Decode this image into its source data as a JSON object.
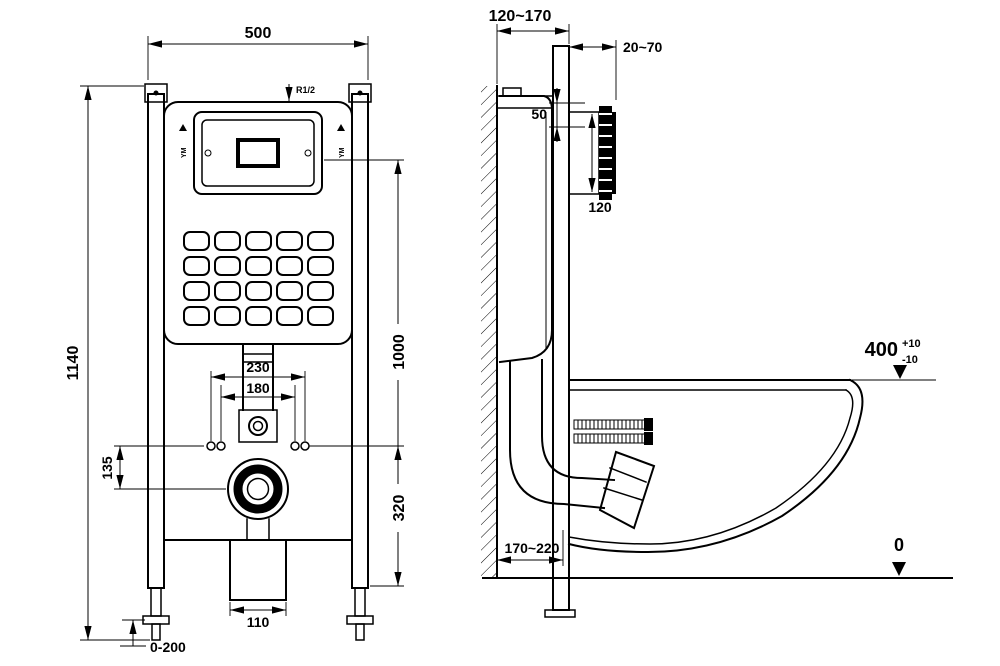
{
  "colors": {
    "line": "#000000",
    "background": "#ffffff"
  },
  "front_view": {
    "frame_width": "500",
    "frame_height": "1140",
    "plate_center_height": "1000",
    "fixing_bolts_outer": "230",
    "fixing_bolts_inner": "180",
    "inlet_offset": "135",
    "outlet_center_height": "320",
    "outlet_duct_width": "110",
    "foot_adjustment": "0-200",
    "water_inlet_label": "R1/2",
    "plate_side_mark": "YM"
  },
  "side_view": {
    "frame_depth_range": "120~170",
    "plate_frame_depth": "20~70",
    "top_offset": "50",
    "plate_height": "120",
    "outlet_depth_range": "170~220",
    "rim_height": "400",
    "rim_tolerance_plus": "+10",
    "rim_tolerance_minus": "-10",
    "floor_level": "0"
  }
}
